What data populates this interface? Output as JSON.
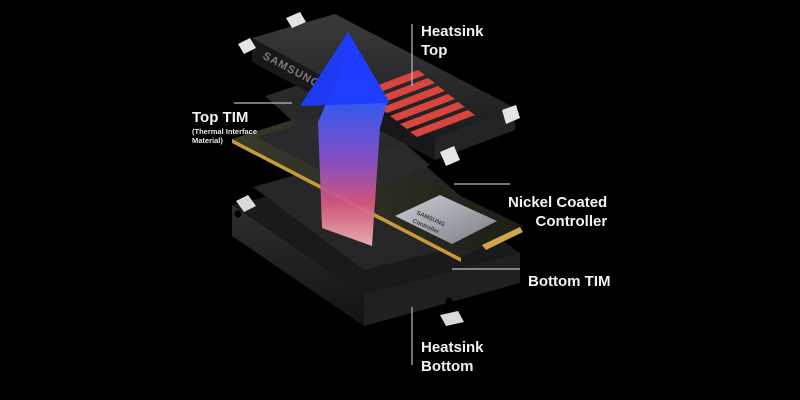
{
  "labels": {
    "heatsink_top": {
      "line1": "Heatsink",
      "line2": "Top"
    },
    "top_tim": {
      "title": "Top TIM",
      "sub1": "(Thermal Interface",
      "sub2": "Material)"
    },
    "nickel_controller": {
      "line1": "Nickel Coated",
      "line2": "Controller"
    },
    "bottom_tim": {
      "line1": "Bottom TIM"
    },
    "heatsink_bottom": {
      "line1": "Heatsink",
      "line2": "Bottom"
    }
  },
  "brand": {
    "heatsink_logo": "SAMSUNG",
    "chip_brand": "SAMSUNG",
    "controller_name": "Controller"
  },
  "colors": {
    "background": "#000000",
    "label_text": "#f2f2f2",
    "leader_line": "#bdbdbd",
    "heat_fin": "#d8453f",
    "arrow_top": "#1d3cff",
    "arrow_bottom": "#e9a2a6"
  },
  "icons": {
    "heat_flow": "up-arrow-icon"
  }
}
